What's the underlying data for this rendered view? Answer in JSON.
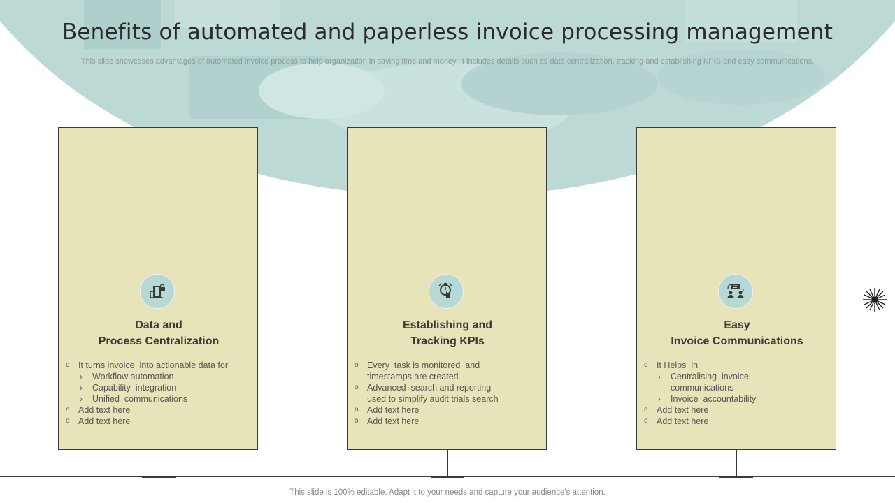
{
  "slide": {
    "title": "Benefits of automated and paperless invoice processing management",
    "subtitle": "This slide showcases advantages of automated invoice process to help organization in saving time and money. It includes details such as data centralization, tracking and establishing KPIS and easy communications.",
    "footer": "This slide is 100% editable. Adapt it to your needs and capture your audience's attention."
  },
  "colors": {
    "card_fill": "#e8e4ba",
    "arc_fill": "#bcd9d6",
    "icon_fill": "#b8d8d6"
  },
  "cards": [
    {
      "icon": "door-lock-icon",
      "title_line1": "Data and",
      "title_line2": "Process Centralization",
      "items": [
        {
          "level": 1,
          "text": "It turns invoice  into actionable data for"
        },
        {
          "level": 2,
          "text": "Workflow automation"
        },
        {
          "level": 2,
          "text": "Capability  integration"
        },
        {
          "level": 2,
          "text": "Unified  communications"
        },
        {
          "level": 1,
          "text": "Add text here"
        },
        {
          "level": 1,
          "text": "Add text here"
        }
      ]
    },
    {
      "icon": "stopwatch-touch-icon",
      "title_line1": "Establishing and",
      "title_line2": "Tracking KPIs",
      "items": [
        {
          "level": 1,
          "text": "Every  task is monitored  and"
        },
        {
          "level": 1,
          "text": "timestamps are created",
          "cont": true
        },
        {
          "level": 1,
          "text": "Advanced  search and reporting"
        },
        {
          "level": 1,
          "text": "used to simplify audit trials search",
          "cont": true
        },
        {
          "level": 1,
          "text": "Add text here"
        },
        {
          "level": 1,
          "text": "Add text here"
        }
      ]
    },
    {
      "icon": "people-chat-icon",
      "title_line1": "Easy",
      "title_line2": "Invoice Communications",
      "items": [
        {
          "level": 1,
          "text": "It Helps  in"
        },
        {
          "level": 2,
          "text": "Centralising  invoice"
        },
        {
          "level": 2,
          "text": "communications",
          "cont": true
        },
        {
          "level": 2,
          "text": "Invoice  accountability"
        },
        {
          "level": 1,
          "text": "Add text here"
        },
        {
          "level": 1,
          "text": "Add text here"
        }
      ]
    }
  ]
}
